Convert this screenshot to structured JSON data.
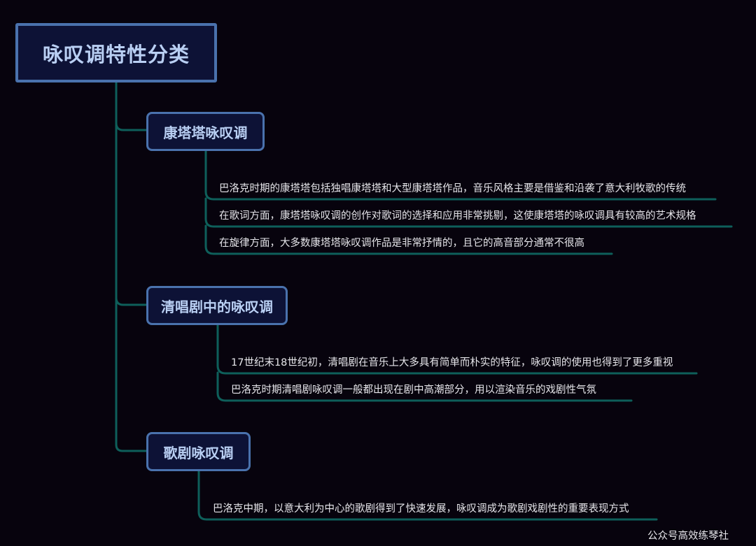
{
  "root": {
    "label": "咏叹调特性分类"
  },
  "branches": [
    {
      "label": "康塔塔咏叹调",
      "items": [
        "巴洛克时期的康塔塔包括独唱康塔塔和大型康塔塔作品，音乐风格主要是借鉴和沿袭了意大利牧歌的传统",
        "在歌词方面，康塔塔咏叹调的创作对歌词的选择和应用非常挑剔，这使康塔塔的咏叹调具有较高的艺术规格",
        "在旋律方面，大多数康塔塔咏叹调作品是非常抒情的，且它的高音部分通常不很高"
      ]
    },
    {
      "label": "清唱剧中的咏叹调",
      "items": [
        "17世纪末18世纪初，清唱剧在音乐上大多具有简单而朴实的特征，咏叹调的使用也得到了更多重视",
        "巴洛克时期清唱剧咏叹调一般都出现在剧中高潮部分，用以渲染音乐的戏剧性气氛"
      ]
    },
    {
      "label": "歌剧咏叹调",
      "items": [
        "巴洛克中期，以意大利为中心的歌剧得到了快速发展，咏叹调成为歌剧戏剧性的重要表现方式"
      ]
    }
  ],
  "footer": {
    "text": "公众号高效练琴社"
  },
  "colors": {
    "background": "#07030d",
    "node_fill": "#0d1236",
    "node_border": "#4a72ad",
    "node_text": "#b9cff3",
    "connector": "#0e5f5a",
    "leaf_text": "#e6e6ea"
  }
}
